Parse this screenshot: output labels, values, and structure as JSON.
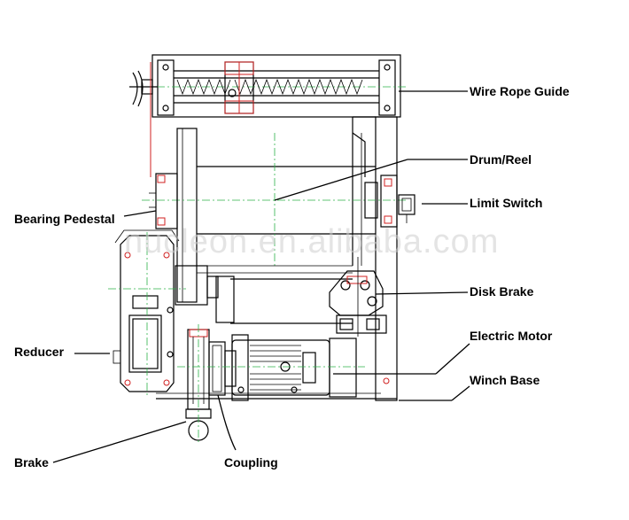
{
  "watermark": "nucleon.en.alibaba.com",
  "labels": {
    "wire_rope_guide": "Wire Rope Guide",
    "drum_reel": "Drum/Reel",
    "limit_switch": "Limit Switch",
    "bearing_pedestal": "Bearing Pedestal",
    "disk_brake": "Disk Brake",
    "reducer": "Reducer",
    "electric_motor": "Electric Motor",
    "winch_base": "Winch Base",
    "brake": "Brake",
    "coupling": "Coupling"
  },
  "colors": {
    "line": "#000000",
    "centerline": "#2db34a",
    "highlight": "#d02020",
    "watermark": "#cfcfcf"
  }
}
